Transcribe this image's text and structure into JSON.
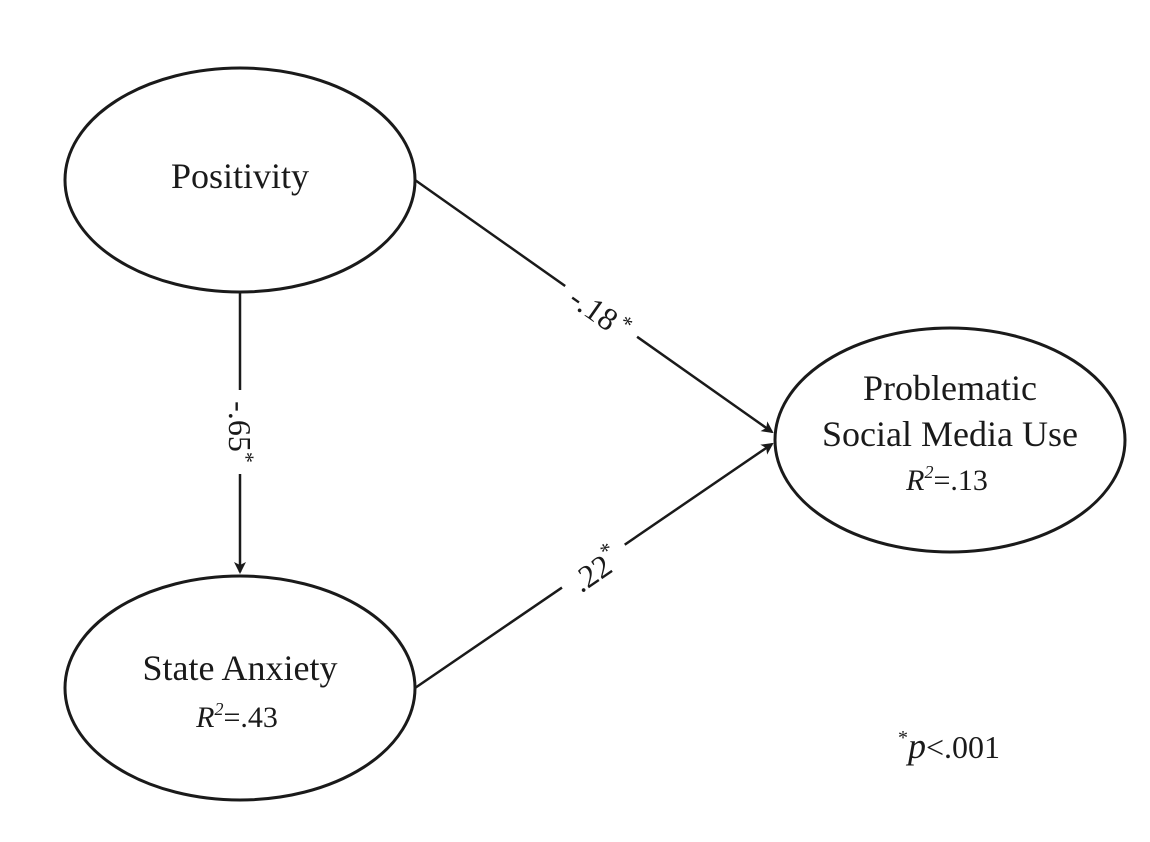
{
  "nodes": {
    "positivity": {
      "label": "Positivity"
    },
    "state_anxiety": {
      "label": "State Anxiety",
      "r2_var": "R",
      "r2_sup": "2",
      "r2_value": "=.43"
    },
    "psmu": {
      "label_line1": "Problematic",
      "label_line2": "Social Media Use",
      "r2_var": "R",
      "r2_sup": "2",
      "r2_value": "=.13"
    }
  },
  "paths": {
    "positivity_to_anxiety": {
      "coef": "-.65",
      "sig": "*"
    },
    "positivity_to_psmu": {
      "coef": "-.18",
      "sig": "*"
    },
    "anxiety_to_psmu": {
      "coef": ".22",
      "sig": "*"
    }
  },
  "footnote": {
    "sig": "*",
    "var": "p",
    "text": "<.001"
  }
}
